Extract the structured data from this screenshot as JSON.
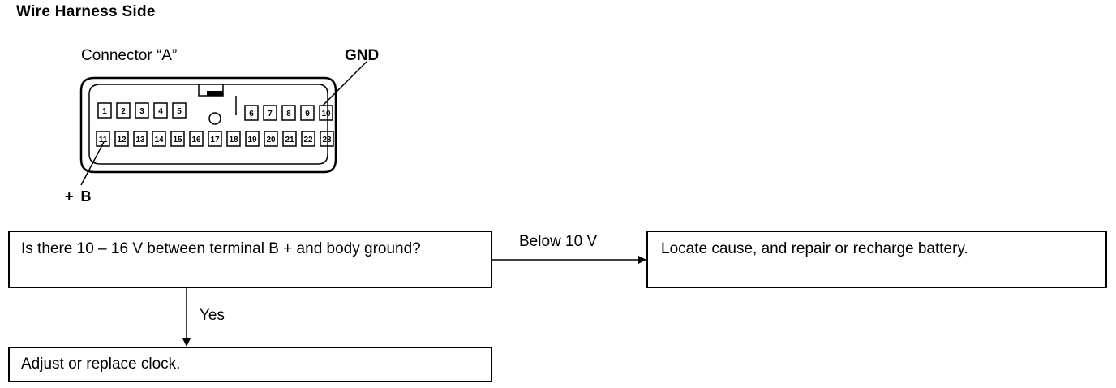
{
  "heading": "Wire Harness Side",
  "connector": {
    "label": "Connector “A”",
    "gnd_label": "GND",
    "b_plus_label": "+ B",
    "top_row_left": [
      "1",
      "2",
      "3",
      "4",
      "5"
    ],
    "top_row_right": [
      "6",
      "7",
      "8",
      "9",
      "10"
    ],
    "bottom_row": [
      "11",
      "12",
      "13",
      "14",
      "15",
      "16",
      "17",
      "18",
      "19",
      "20",
      "21",
      "22",
      "23"
    ]
  },
  "flow": {
    "question": "Is there 10 – 16 V between terminal B +  and body ground?",
    "below_label": "Below 10 V",
    "below_result": "Locate cause, and repair or recharge battery.",
    "yes_label": "Yes",
    "yes_result": "Adjust or replace clock."
  }
}
